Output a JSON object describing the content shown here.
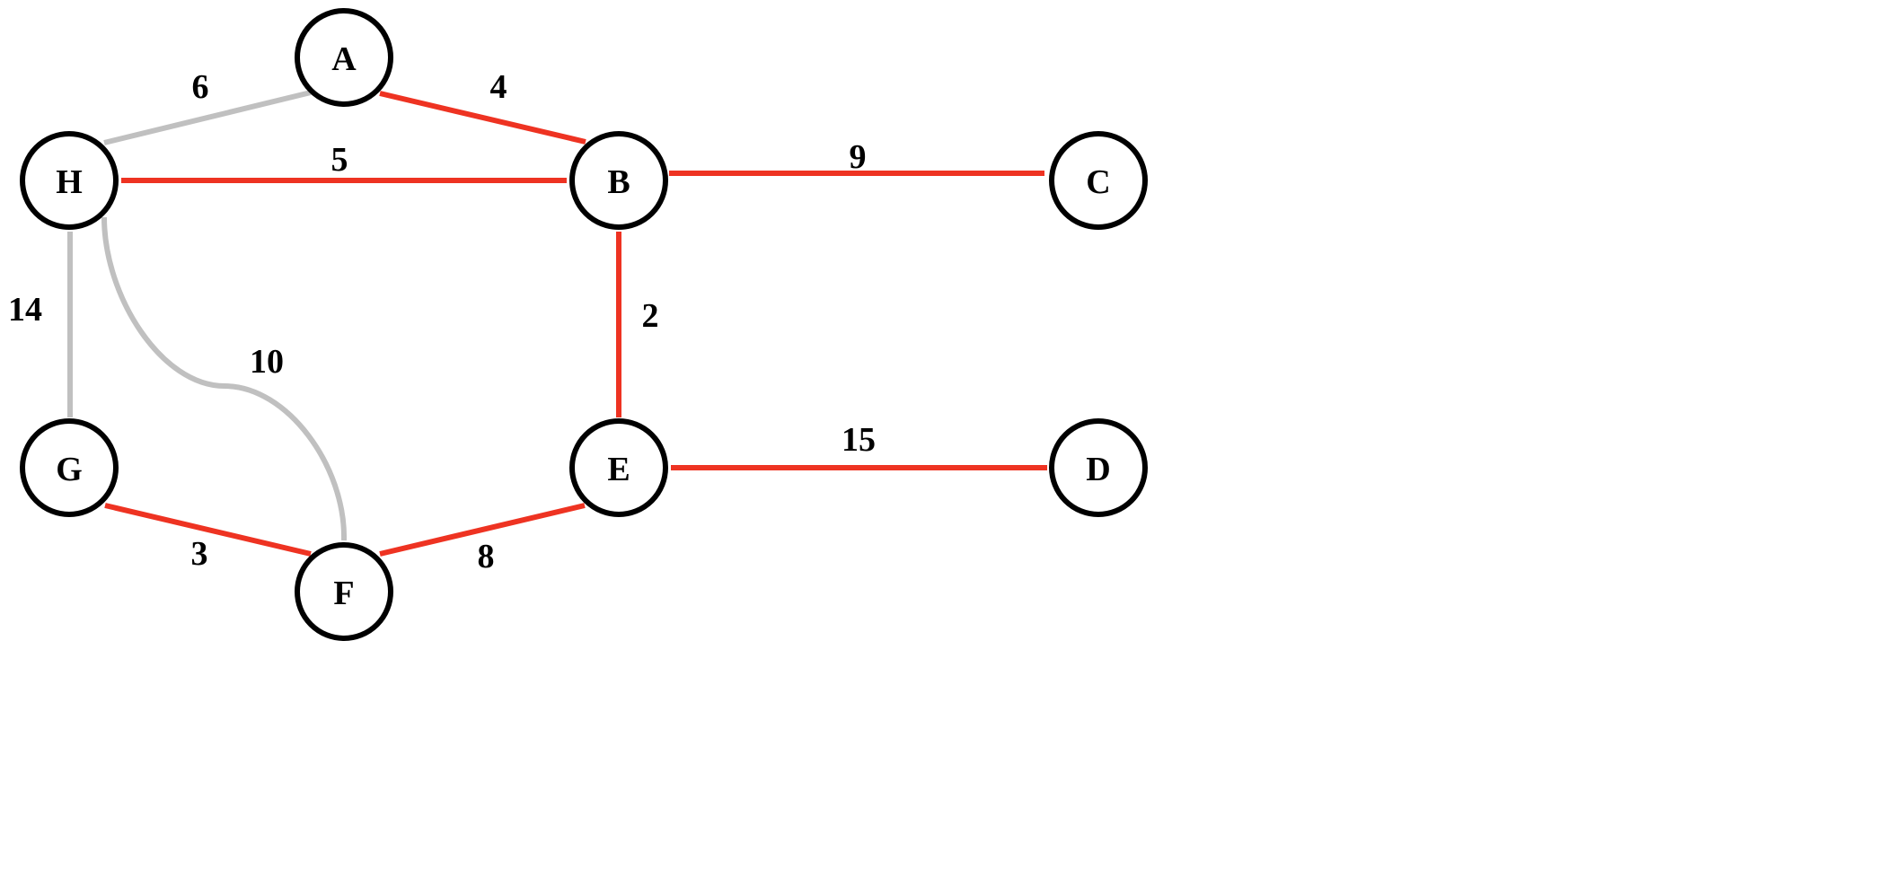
{
  "colors": {
    "selected": "#ee3322",
    "unselected": "#c0c0c0",
    "node_stroke": "#000000",
    "node_fill": "#ffffff"
  },
  "nodes": [
    {
      "id": "A",
      "label": "A"
    },
    {
      "id": "B",
      "label": "B"
    },
    {
      "id": "C",
      "label": "C"
    },
    {
      "id": "D",
      "label": "D"
    },
    {
      "id": "E",
      "label": "E"
    },
    {
      "id": "F",
      "label": "F"
    },
    {
      "id": "G",
      "label": "G"
    },
    {
      "id": "H",
      "label": "H"
    }
  ],
  "edges": [
    {
      "from": "H",
      "to": "A",
      "weight": "6",
      "selected": false
    },
    {
      "from": "A",
      "to": "B",
      "weight": "4",
      "selected": true
    },
    {
      "from": "H",
      "to": "B",
      "weight": "5",
      "selected": true
    },
    {
      "from": "B",
      "to": "C",
      "weight": "9",
      "selected": true
    },
    {
      "from": "B",
      "to": "E",
      "weight": "2",
      "selected": true
    },
    {
      "from": "H",
      "to": "G",
      "weight": "14",
      "selected": false
    },
    {
      "from": "H",
      "to": "F",
      "weight": "10",
      "selected": false
    },
    {
      "from": "E",
      "to": "D",
      "weight": "15",
      "selected": true
    },
    {
      "from": "G",
      "to": "F",
      "weight": "3",
      "selected": true
    },
    {
      "from": "F",
      "to": "E",
      "weight": "8",
      "selected": true
    }
  ]
}
